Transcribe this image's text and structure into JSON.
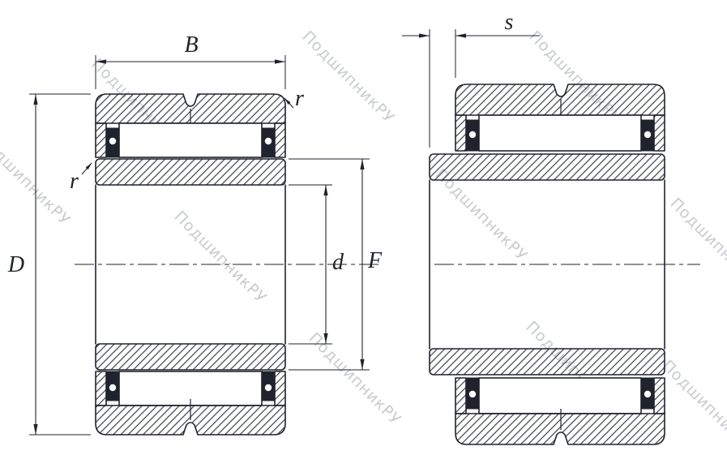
{
  "drawing": {
    "labels": {
      "B": "B",
      "s": "s",
      "D": "D",
      "d": "d",
      "F": "F",
      "r_outer": "r",
      "r_inner": "r"
    },
    "watermark": {
      "text": "ПодшипникРУ",
      "color": "#c8cbcf"
    },
    "colors": {
      "line": "#20232e",
      "hatch": "#2b2e39",
      "background": "#ffffff"
    }
  }
}
